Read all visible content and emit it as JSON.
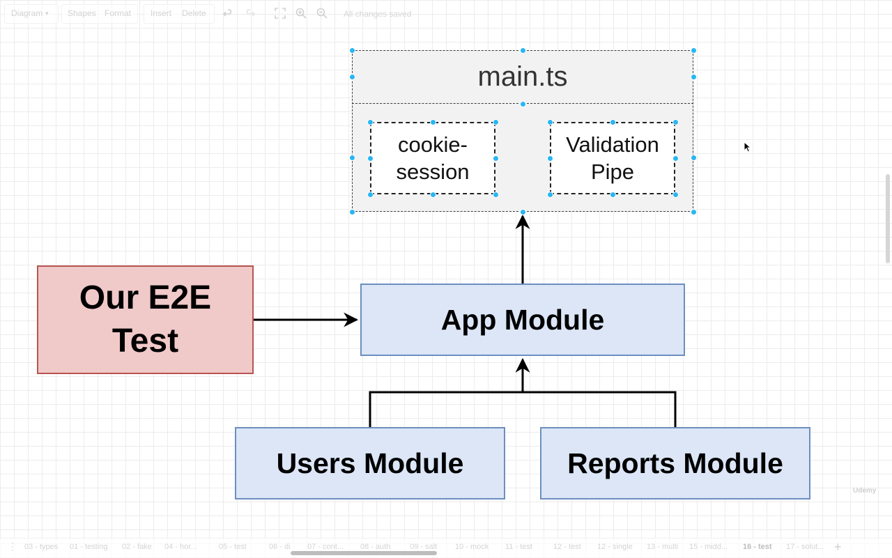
{
  "toolbar": {
    "diagram_label": "Diagram",
    "shapes_label": "Shapes",
    "format_label": "Format",
    "insert_label": "Insert",
    "delete_label": "Delete",
    "status": "All changes saved"
  },
  "diagram": {
    "main_title": "main.ts",
    "cookie_line1": "cookie-",
    "cookie_line2": "session",
    "validation_line1": "Validation",
    "validation_line2": "Pipe",
    "e2e_line1": "Our E2E",
    "e2e_line2": "Test",
    "app_module": "App Module",
    "users_module": "Users Module",
    "reports_module": "Reports Module"
  },
  "tabs": [
    {
      "label": "03 - types"
    },
    {
      "label": "01 - testing"
    },
    {
      "label": "02 - fake"
    },
    {
      "label": "04 - hor..."
    },
    {
      "label": "05 - test"
    },
    {
      "label": "06 - di"
    },
    {
      "label": "07 - cont..."
    },
    {
      "label": "08 - auth"
    },
    {
      "label": "09 - salt"
    },
    {
      "label": "10 - mock"
    },
    {
      "label": "11 - test"
    },
    {
      "label": "12 - test"
    },
    {
      "label": "12 - single"
    },
    {
      "label": "13 - multi"
    },
    {
      "label": "15 - midd..."
    },
    {
      "label": "16 - test"
    },
    {
      "label": "17 - solut..."
    }
  ],
  "watermark": "Udemy",
  "colors": {
    "module_fill": "#dce6f7",
    "module_stroke": "#6c8ebf",
    "e2e_fill": "#f0c9c9",
    "e2e_stroke": "#b85450",
    "selection_handle": "#29b6f2"
  }
}
